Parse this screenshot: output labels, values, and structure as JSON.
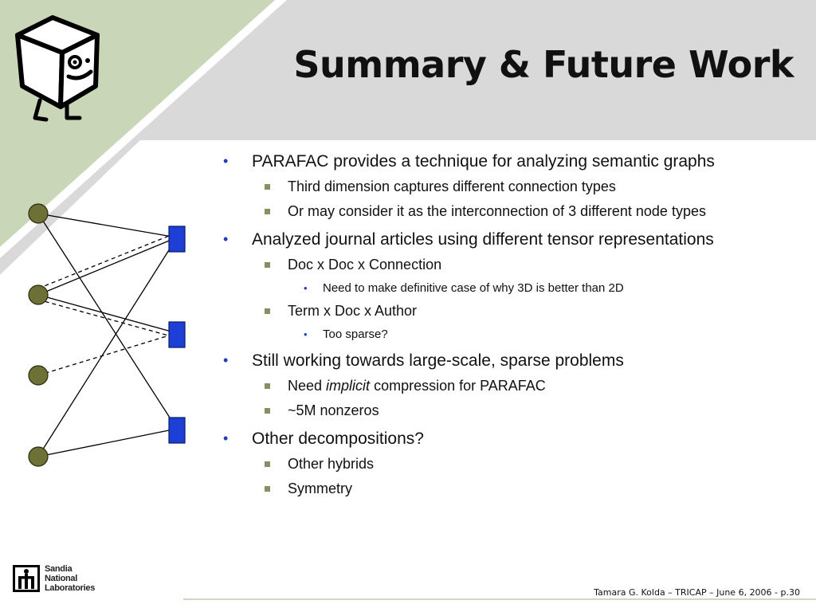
{
  "slide": {
    "title": "Summary & Future Work",
    "footer": "Tamara G. Kolda – TRICAP – June 6, 2006 - p.30",
    "logo_text": [
      "Sandia",
      "National",
      "Laboratories"
    ]
  },
  "bullets": [
    {
      "text": "PARAFAC provides a technique for analyzing semantic graphs",
      "children": [
        {
          "text": "Third dimension captures different connection types"
        },
        {
          "text": "Or may consider it as the interconnection of 3 different node types"
        }
      ]
    },
    {
      "text": "Analyzed journal articles using different tensor representations",
      "children": [
        {
          "text": "Doc x Doc x Connection",
          "children": [
            {
              "text": "Need to make definitive case of why 3D is better than 2D"
            }
          ]
        },
        {
          "text": "Term x Doc x Author",
          "children": [
            {
              "text": "Too sparse?"
            }
          ]
        }
      ]
    },
    {
      "text": "Still working towards large-scale, sparse problems",
      "children": [
        {
          "pre": "Need ",
          "em": "implicit",
          "post": " compression for PARAFAC"
        },
        {
          "text": "~5M nonzeros"
        }
      ]
    },
    {
      "text": "Other decompositions?",
      "children": [
        {
          "text": "Other hybrids"
        },
        {
          "text": "Symmetry"
        }
      ]
    }
  ],
  "colors": {
    "header_band": "#d9d9d9",
    "green_stripe": "#c9d6b7",
    "node_circle": "#6e7135",
    "node_square": "#1e3fd6",
    "bullet_blue": "#1f3fb8",
    "bullet_square": "#8b8e64"
  },
  "icons": [
    "cube-mascot-icon",
    "sandia-logo-icon"
  ]
}
